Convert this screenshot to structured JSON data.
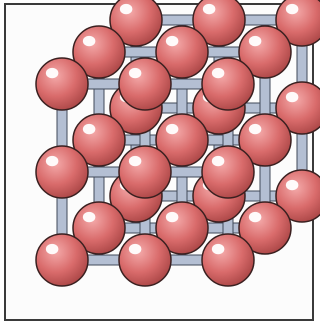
{
  "figure": {
    "kind": "simple cubic lattice diagram",
    "lattice": {
      "nx": 3,
      "ny": 3,
      "nz": 3
    },
    "colors": {
      "atom_fill": "#d96b6b",
      "atom_shade": "#a84444",
      "atom_highlight": "#ffffff",
      "atom_outline": "#3a2020",
      "bond_fill": "#b4bfd3",
      "bond_outline": "#404858",
      "frame_stroke": "#3a3a3a",
      "background": "#fcfcfc"
    }
  }
}
